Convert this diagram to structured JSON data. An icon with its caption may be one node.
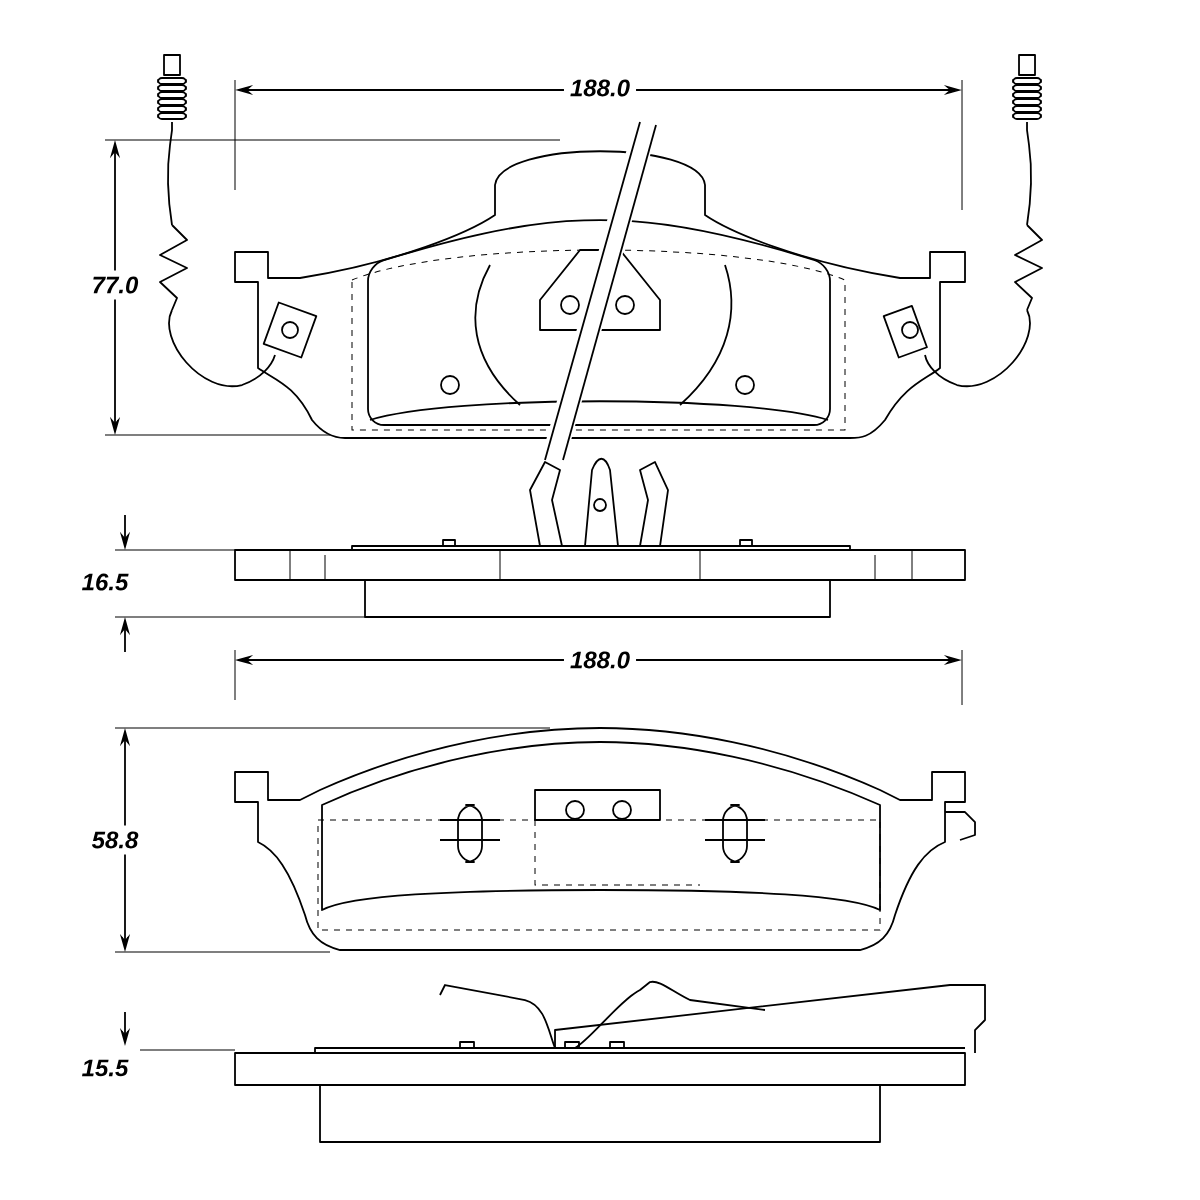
{
  "diagram": {
    "labels": [
      "188.0",
      "77.0",
      "16.5",
      "188.0",
      "58.8",
      "15.5"
    ]
  }
}
